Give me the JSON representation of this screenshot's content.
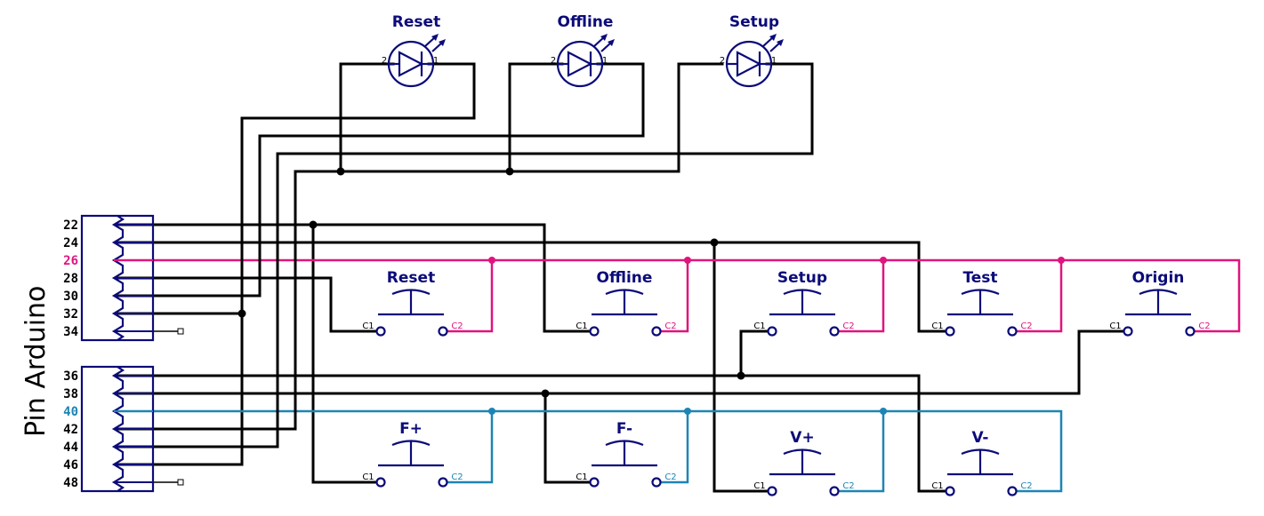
{
  "title": "Pin Arduino",
  "colors": {
    "wire": "#000000",
    "symbol": "#0b0b7a",
    "magenta_bus": "#e0147e",
    "blue_bus": "#1d85b4"
  },
  "connectors": [
    {
      "name": "connector-1",
      "pins": [
        {
          "label": "22",
          "color": "#000000"
        },
        {
          "label": "24",
          "color": "#000000"
        },
        {
          "label": "26",
          "color": "#e0147e"
        },
        {
          "label": "28",
          "color": "#000000"
        },
        {
          "label": "30",
          "color": "#000000"
        },
        {
          "label": "32",
          "color": "#000000"
        },
        {
          "label": "34",
          "color": "#000000"
        }
      ]
    },
    {
      "name": "connector-2",
      "pins": [
        {
          "label": "36",
          "color": "#000000"
        },
        {
          "label": "38",
          "color": "#000000"
        },
        {
          "label": "40",
          "color": "#1d85b4"
        },
        {
          "label": "42",
          "color": "#000000"
        },
        {
          "label": "44",
          "color": "#000000"
        },
        {
          "label": "46",
          "color": "#000000"
        },
        {
          "label": "48",
          "color": "#000000"
        }
      ]
    }
  ],
  "leds": [
    {
      "label": "Reset",
      "pin_left": "2",
      "pin_right": "1"
    },
    {
      "label": "Offline",
      "pin_left": "2",
      "pin_right": "1"
    },
    {
      "label": "Setup",
      "pin_left": "2",
      "pin_right": "1"
    }
  ],
  "buttons_row1": [
    {
      "label": "Reset",
      "c1": "C1",
      "c2": "C2"
    },
    {
      "label": "Offline",
      "c1": "C1",
      "c2": "C2"
    },
    {
      "label": "Setup",
      "c1": "C1",
      "c2": "C2"
    },
    {
      "label": "Test",
      "c1": "C1",
      "c2": "C2"
    },
    {
      "label": "Origin",
      "c1": "C1",
      "c2": "C2"
    }
  ],
  "buttons_row2": [
    {
      "label": "F+",
      "c1": "C1",
      "c2": "C2"
    },
    {
      "label": "F-",
      "c1": "C1",
      "c2": "C2"
    },
    {
      "label": "V+",
      "c1": "C1",
      "c2": "C2"
    },
    {
      "label": "V-",
      "c1": "C1",
      "c2": "C2"
    }
  ]
}
